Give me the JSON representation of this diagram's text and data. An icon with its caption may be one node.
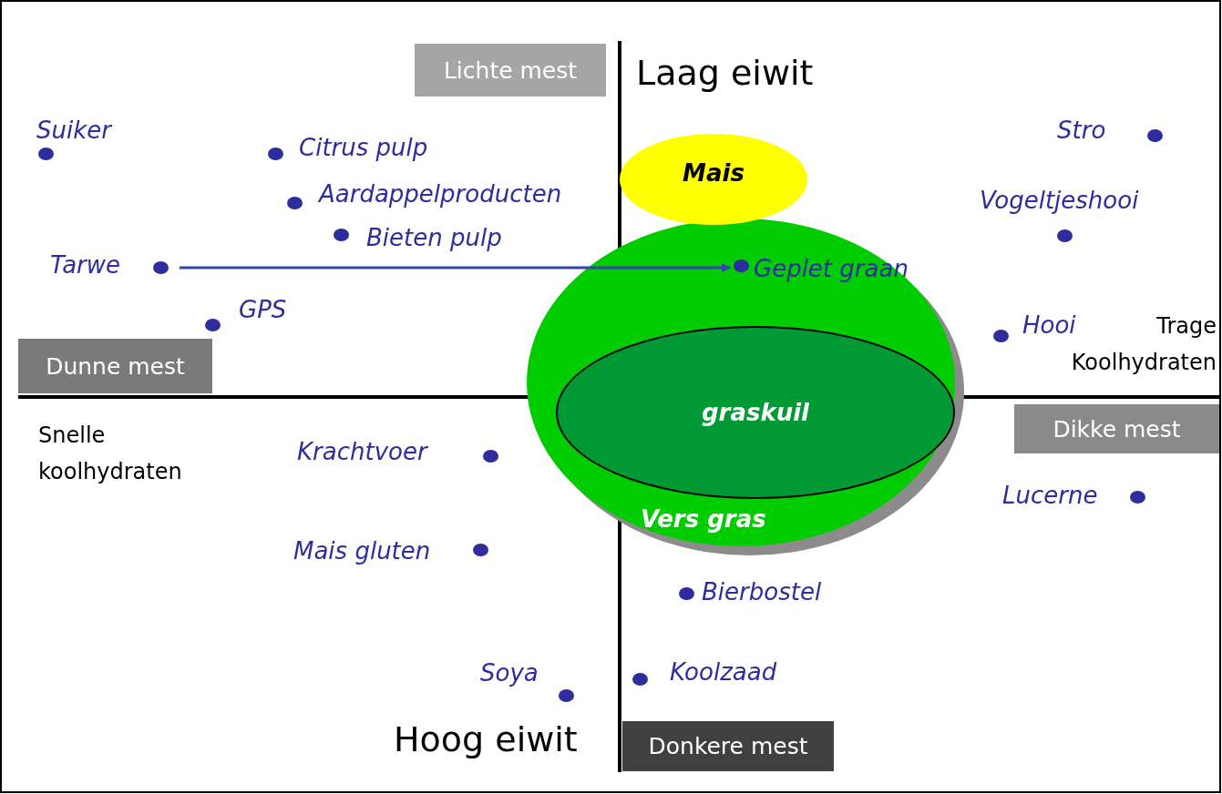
{
  "diagram": {
    "nodes": [
      {
        "text": [
          "Lichte mest"
        ]
      },
      {
        "text": [
          "Dunne mest"
        ]
      },
      {
        "text": [
          "Dikke mest"
        ]
      },
      {
        "text": [
          "Donkere mest"
        ]
      },
      {
        "text": [
          "Mais"
        ]
      },
      {
        "text": [
          "Vers gras"
        ]
      },
      {
        "text": [
          "graskuil"
        ],
        "in": 5
      },
      {
        "text": [
          "Tarwe"
        ]
      },
      {
        "text": [
          "Geplet graan"
        ],
        "in": 5
      }
    ],
    "edges": [
      {
        "from": 7,
        "to": 8,
        "arrow": "to"
      }
    ],
    "labels": [
      "Laag eiwit",
      "Suiker",
      "Citrus pulp",
      "Stro",
      "Aardappelproducten",
      "Vogeltjeshooi",
      "Bieten pulp",
      "GPS",
      "Hooi",
      "Trage Koolhydraten",
      "Snelle koolhydraten",
      "Krachtvoer",
      "Lucerne",
      "Mais gluten",
      "Bierbostel",
      "Soya",
      "Koolzaad",
      "Hoog eiwit"
    ]
  }
}
